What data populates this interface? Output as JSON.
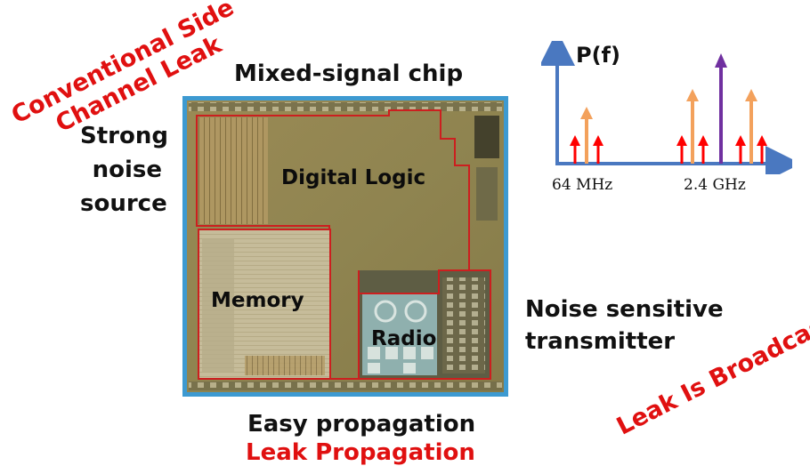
{
  "annotations": {
    "conventional_leak_line1": "Conventional Side",
    "conventional_leak_line2": "Channel Leak",
    "title": "Mixed-signal chip",
    "strong_noise": [
      "Strong",
      "noise",
      "source"
    ],
    "noise_sensitive_line1": "Noise sensitive",
    "noise_sensitive_line2": "transmitter",
    "leak_broadcast": "Leak Is Broadcast",
    "easy_propagation": "Easy propagation",
    "leak_propagation": "Leak Propagation"
  },
  "chip": {
    "blocks": {
      "digital": "Digital Logic",
      "memory": "Memory",
      "radio": "Radio"
    }
  },
  "spectrum": {
    "ylabel": "P(f)",
    "tick_low": "64 MHz",
    "tick_high": "2.4 GHz",
    "colors": {
      "axis": "#4a78c0",
      "red": "#ff0000",
      "orange": "#f3a15c",
      "purple": "#7030a0"
    }
  }
}
